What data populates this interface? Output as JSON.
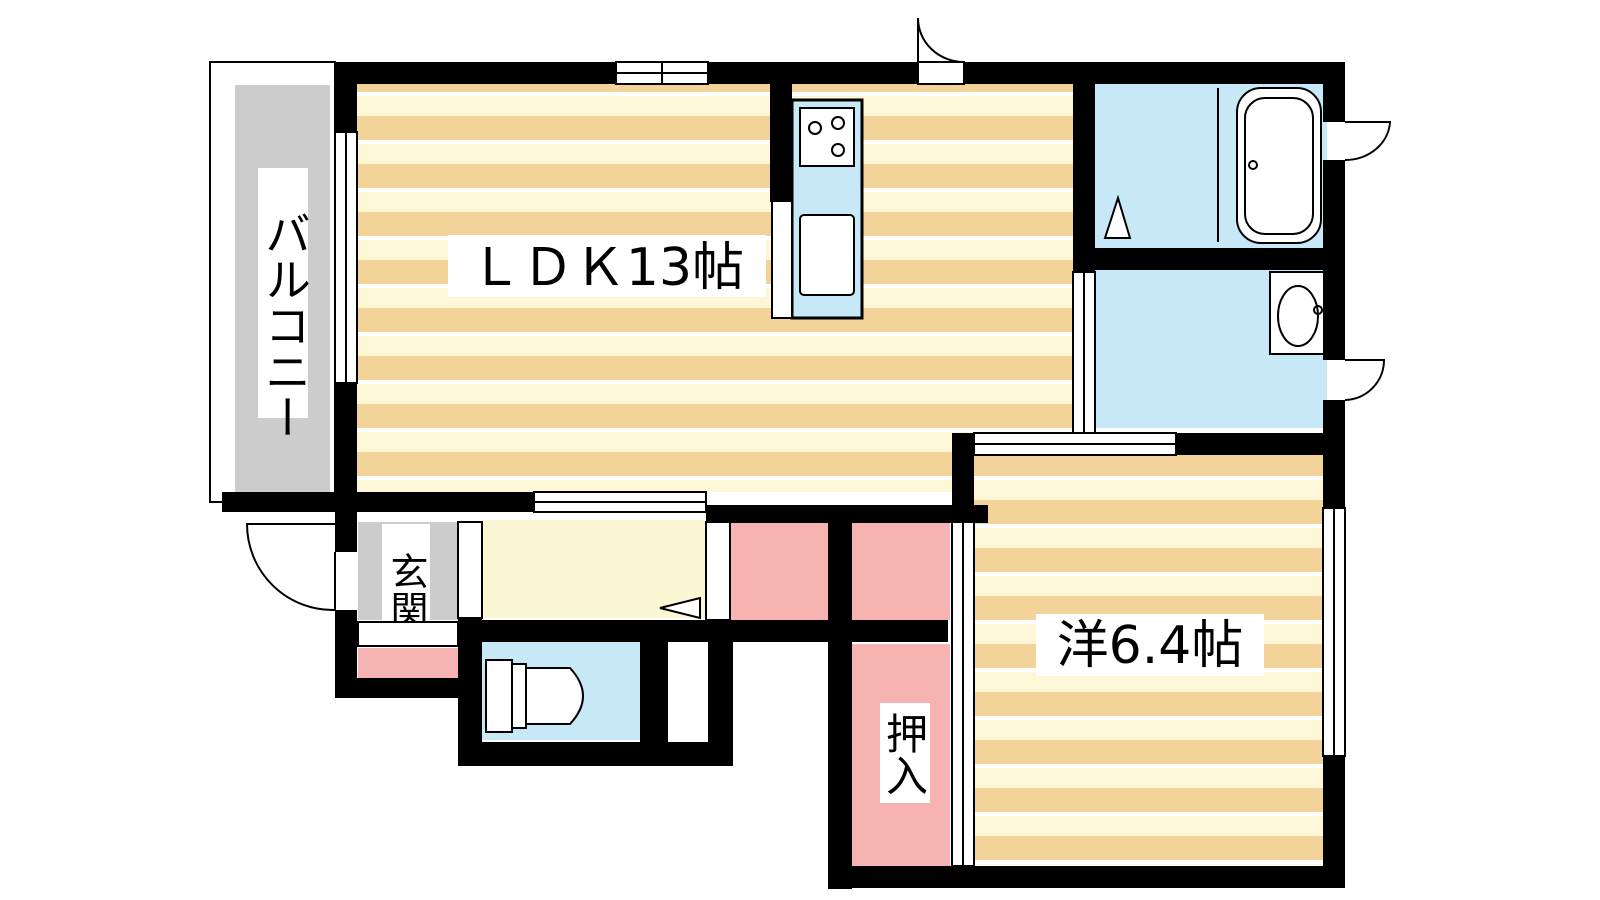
{
  "floorplan": {
    "rooms": {
      "ldk": {
        "label": "ＬＤＫ13帖"
      },
      "western": {
        "label": "洋6.4帖"
      },
      "balcony": {
        "label": "バルコニー"
      },
      "entrance": {
        "label": "玄関"
      },
      "closet": {
        "label": "押入"
      }
    },
    "colors": {
      "wall": "#000000",
      "floor_stripe_dark": "#f2d39a",
      "floor_stripe_light": "#fdf7d8",
      "water_area": "#c6e8f7",
      "storage": "#f6b3b1",
      "balcony": "#cccccc",
      "hall": "#fbf6d4"
    }
  }
}
